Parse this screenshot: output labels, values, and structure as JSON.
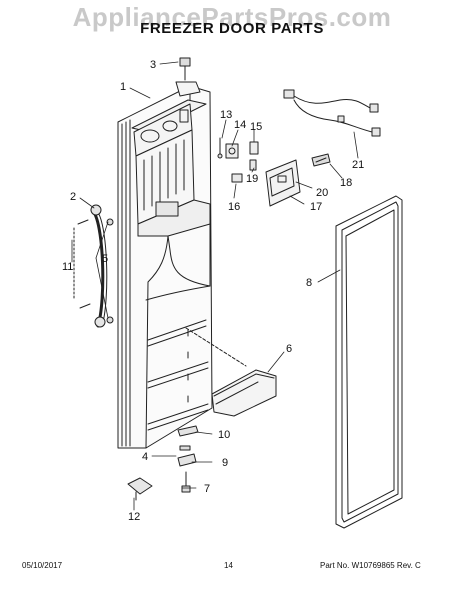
{
  "header": {
    "watermark": "AppliancePartsPros.com",
    "title": "FREEZER DOOR PARTS"
  },
  "callouts": [
    "1",
    "2",
    "3",
    "4",
    "5",
    "6",
    "7",
    "8",
    "9",
    "10",
    "11",
    "12",
    "13",
    "14",
    "15",
    "16",
    "17",
    "18",
    "19",
    "20",
    "21"
  ],
  "footer": {
    "date": "05/10/2017",
    "page": "14",
    "part_info": "Part No.  W10769865  Rev.  C"
  }
}
